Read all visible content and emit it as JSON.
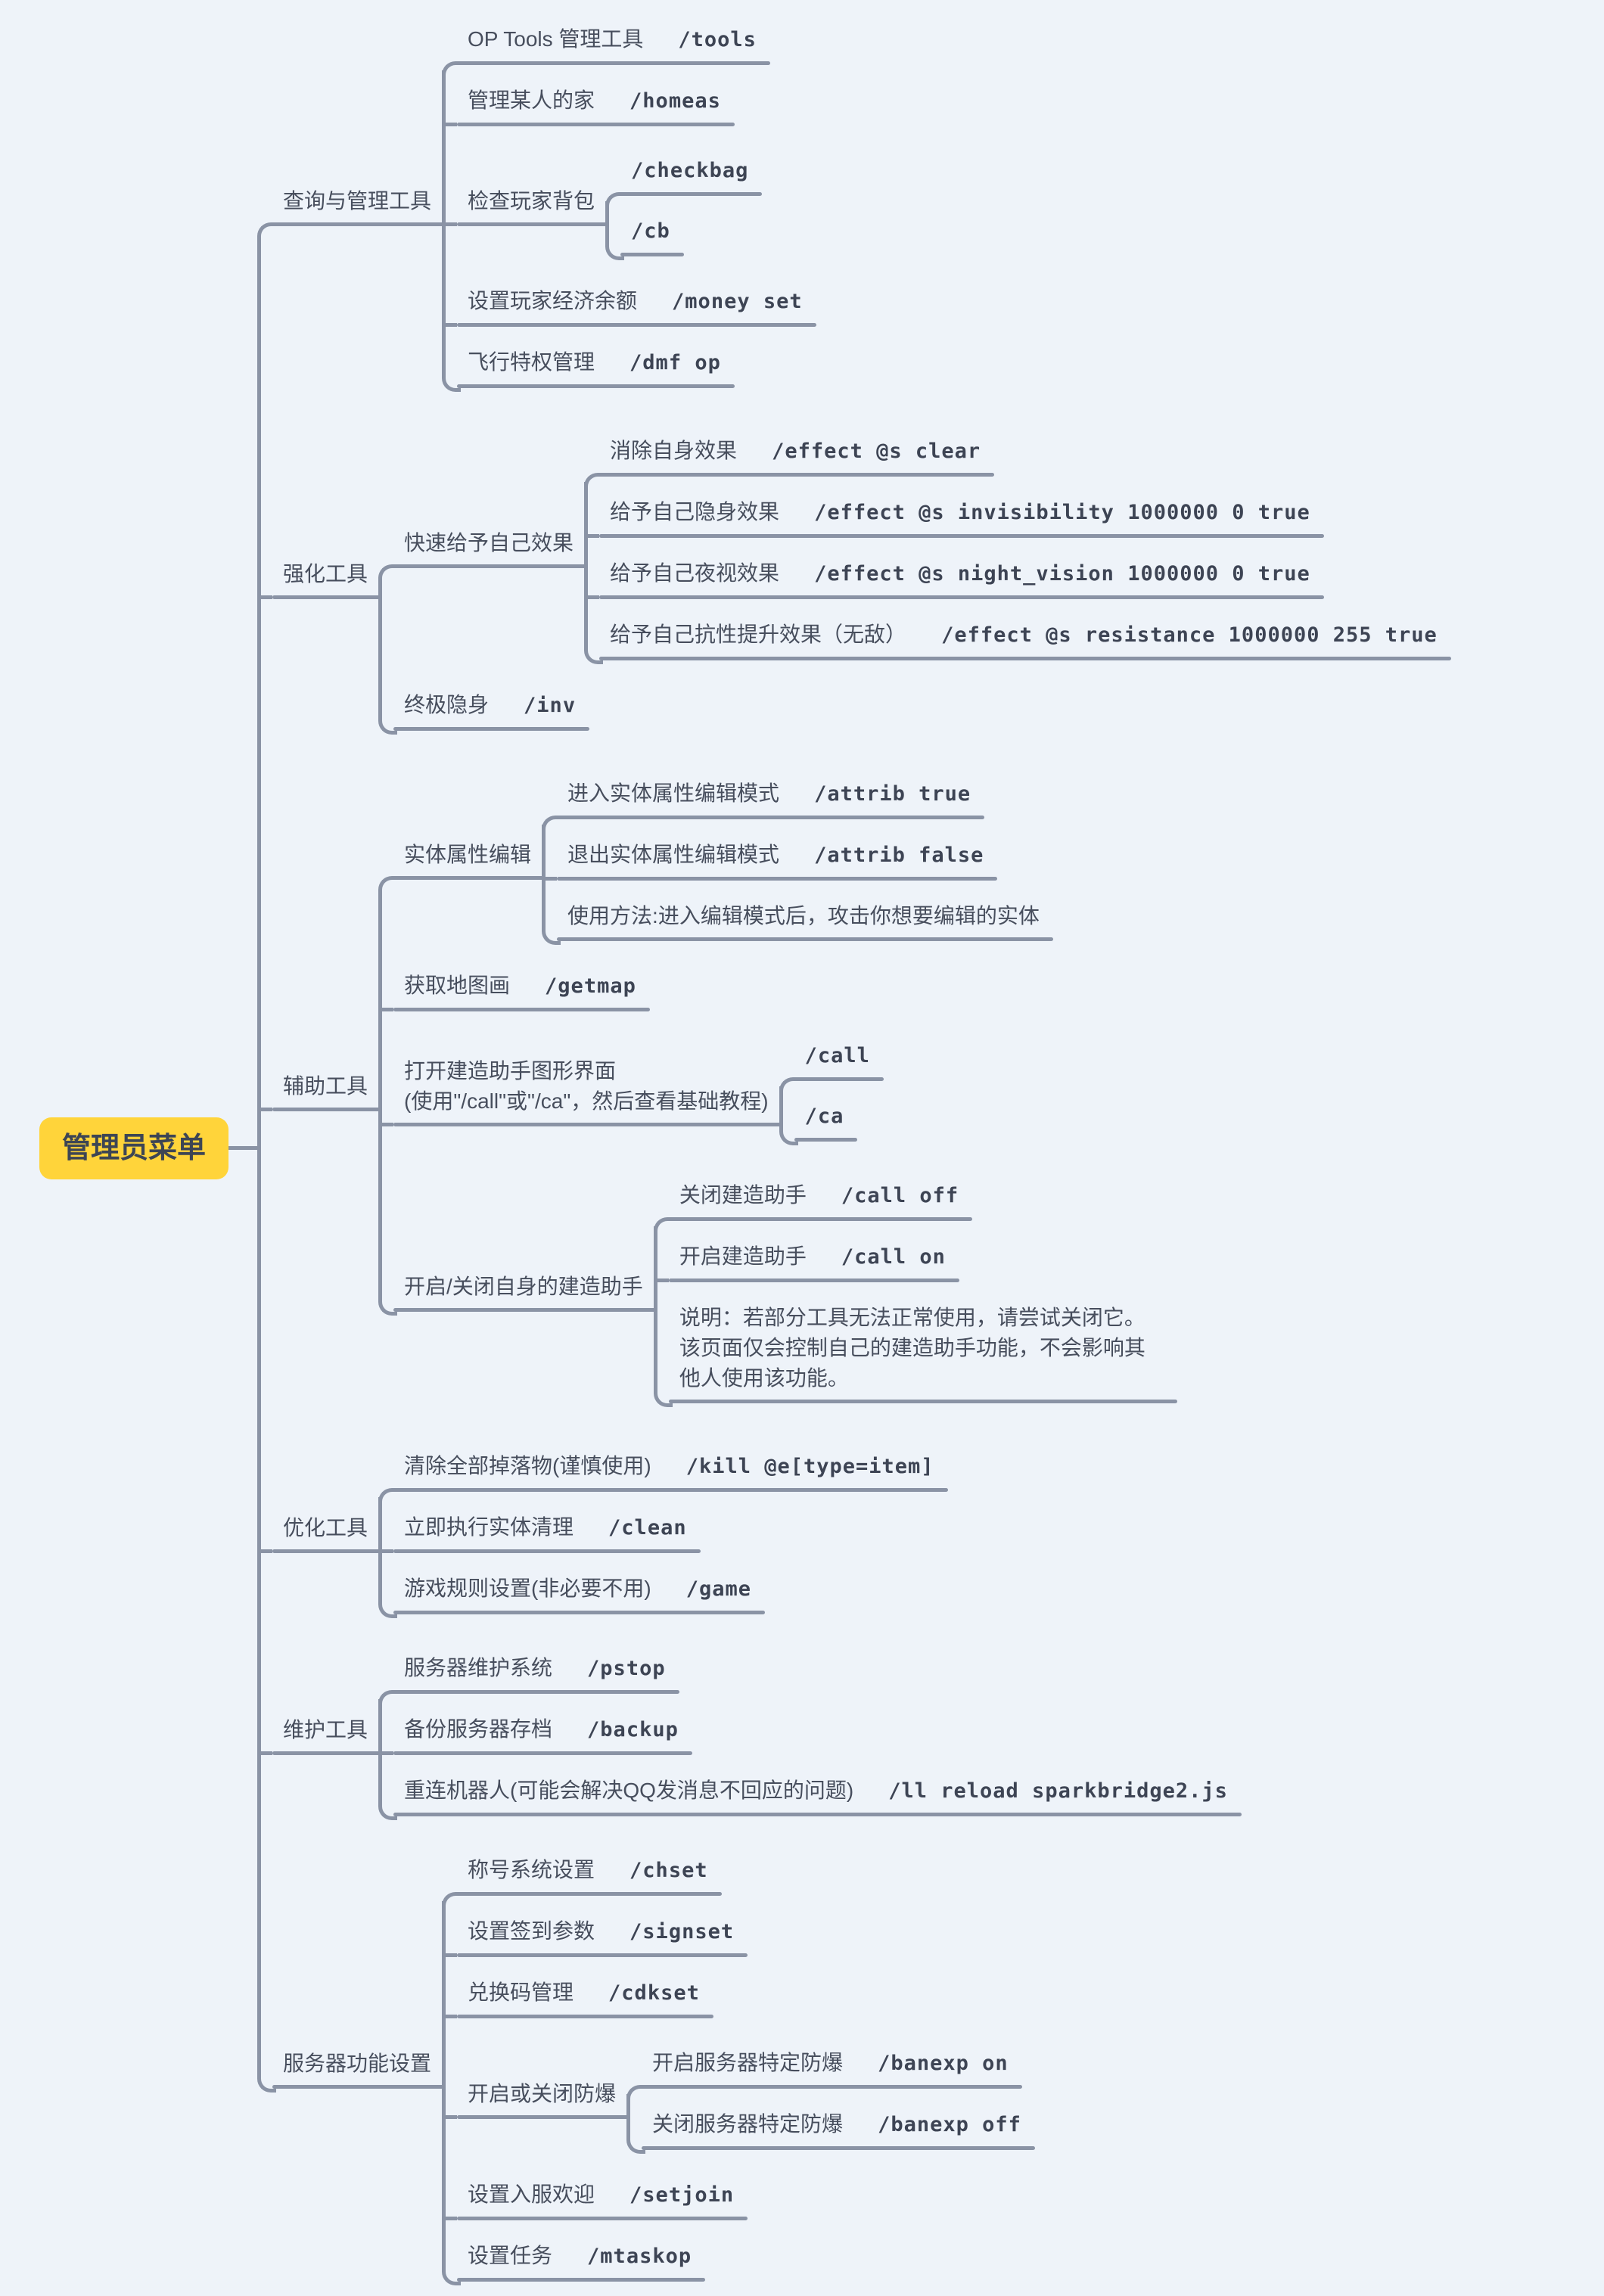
{
  "colors": {
    "background": "#eef3f9",
    "line": "#8a93a5",
    "text": "#474e5d",
    "command_text": "#3d4454",
    "root_background": "#ffd43a"
  },
  "root": {
    "topic": "管理员菜单"
  },
  "branches": [
    {
      "topic": "查询与管理工具",
      "children": [
        {
          "topic": "OP Tools 管理工具",
          "cmd": "/tools"
        },
        {
          "topic": "管理某人的家",
          "cmd": "/homeas"
        },
        {
          "topic": "检查玩家背包",
          "children": [
            {
              "cmd": "/checkbag"
            },
            {
              "cmd": "/cb"
            }
          ]
        },
        {
          "topic": "设置玩家经济余额",
          "cmd": "/money set"
        },
        {
          "topic": "飞行特权管理",
          "cmd": "/dmf op"
        }
      ]
    },
    {
      "topic": "强化工具",
      "children": [
        {
          "topic": "快速给予自己效果",
          "children": [
            {
              "topic": "消除自身效果",
              "cmd": "/effect @s clear"
            },
            {
              "topic": "给予自己隐身效果",
              "cmd": "/effect @s invisibility 1000000 0 true"
            },
            {
              "topic": "给予自己夜视效果",
              "cmd": "/effect @s night_vision 1000000 0 true"
            },
            {
              "topic": "给予自己抗性提升效果（无敌）",
              "cmd": "/effect @s  resistance 1000000 255 true"
            }
          ]
        },
        {
          "topic": "终极隐身",
          "cmd": "/inv"
        }
      ]
    },
    {
      "topic": "辅助工具",
      "children": [
        {
          "topic": "实体属性编辑",
          "children": [
            {
              "topic": "进入实体属性编辑模式",
              "cmd": "/attrib true"
            },
            {
              "topic": "退出实体属性编辑模式",
              "cmd": "/attrib false"
            },
            {
              "note": "使用方法:进入编辑模式后，攻击你想要编辑的实体"
            }
          ]
        },
        {
          "topic": "获取地图画",
          "cmd": "/getmap"
        },
        {
          "topic": "打开建造助手图形界面\n(使用\"/call\"或\"/ca\"，然后查看基础教程)",
          "children": [
            {
              "cmd": "/call"
            },
            {
              "cmd": "/ca"
            }
          ]
        },
        {
          "topic": "开启/关闭自身的建造助手",
          "children": [
            {
              "topic": "关闭建造助手",
              "cmd": "/call off"
            },
            {
              "topic": "开启建造助手",
              "cmd": "/call on"
            },
            {
              "note": "说明：若部分工具无法正常使用，请尝试关闭它。该页面仅会控制自己的建造助手功能，不会影响其他人使用该功能。"
            }
          ]
        }
      ]
    },
    {
      "topic": "优化工具",
      "children": [
        {
          "topic": "清除全部掉落物(谨慎使用)",
          "cmd": "/kill @e[type=item]"
        },
        {
          "topic": "立即执行实体清理",
          "cmd": "/clean"
        },
        {
          "topic": "游戏规则设置(非必要不用)",
          "cmd": "/game"
        }
      ]
    },
    {
      "topic": "维护工具",
      "children": [
        {
          "topic": "服务器维护系统",
          "cmd": "/pstop"
        },
        {
          "topic": "备份服务器存档",
          "cmd": "/backup"
        },
        {
          "topic": "重连机器人(可能会解决QQ发消息不回应的问题)",
          "cmd": "/ll reload sparkbridge2.js"
        }
      ]
    },
    {
      "topic": "服务器功能设置",
      "children": [
        {
          "topic": "称号系统设置",
          "cmd": "/chset"
        },
        {
          "topic": "设置签到参数",
          "cmd": "/signset"
        },
        {
          "topic": "兑换码管理",
          "cmd": "/cdkset"
        },
        {
          "topic": "开启或关闭防爆",
          "children": [
            {
              "topic": "开启服务器特定防爆",
              "cmd": "/banexp on"
            },
            {
              "topic": "关闭服务器特定防爆",
              "cmd": "/banexp off"
            }
          ]
        },
        {
          "topic": "设置入服欢迎",
          "cmd": "/setjoin"
        },
        {
          "topic": "设置任务",
          "cmd": "/mtaskop"
        }
      ]
    }
  ]
}
